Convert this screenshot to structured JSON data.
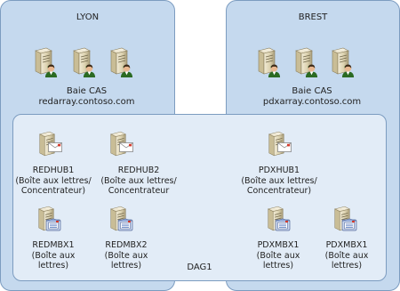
{
  "sites": {
    "lyon": {
      "title": "LYON",
      "cas_label": "Baie CAS",
      "cas_fqdn": "redarray.contoso.com"
    },
    "brest": {
      "title": "BREST",
      "cas_label": "Baie CAS",
      "cas_fqdn": "pdxarray.contoso.com"
    }
  },
  "dag": {
    "title": "DAG1"
  },
  "servers": {
    "redhub1": {
      "name": "REDHUB1",
      "role_line1": "(Boîte aux lettres/",
      "role_line2": "Concentrateur)"
    },
    "redhub2": {
      "name": "REDHUB2",
      "role_line1": "(Boîte aux lettres/",
      "role_line2": "Concentrateur"
    },
    "pdxhub1": {
      "name": "PDXHUB1",
      "role_line1": "(Boîte aux lettres/",
      "role_line2": "Concentrateur)"
    },
    "redmbx1": {
      "name": "REDMBX1",
      "role_line1": "(Boîte aux",
      "role_line2": "lettres)"
    },
    "redmbx2": {
      "name": "REDMBX2",
      "role_line1": "(Boîte aux",
      "role_line2": "lettres)"
    },
    "pdxmbx1": {
      "name": "PDXMBX1",
      "role_line1": "(Boîte aux",
      "role_line2": "lettres)"
    },
    "pdxmbx2": {
      "name": "PDXMBX1",
      "role_line1": "(Boîte aux",
      "role_line2": "lettres)"
    }
  },
  "icons": {
    "cas_server": "server-with-user-icon",
    "hub_server": "server-with-envelope-icon",
    "mailbox_server": "server-with-mailbox-icon"
  },
  "colors": {
    "site_fill": "#c5d9ee",
    "dag_fill": "#e2ecf7",
    "border": "#7c9cc0"
  }
}
